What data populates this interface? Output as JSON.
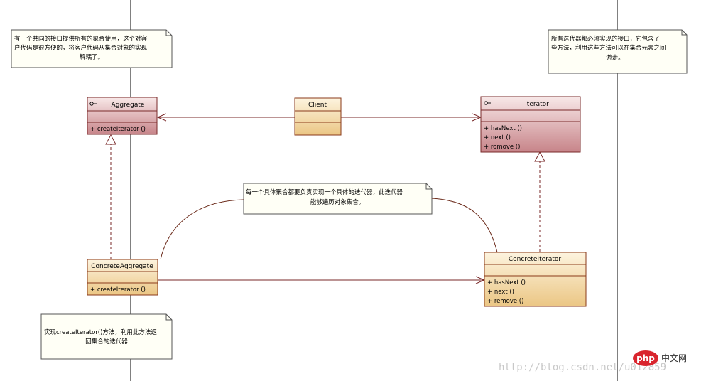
{
  "classes": {
    "aggregate": {
      "name": "Aggregate",
      "ops": [
        "+  createIterator ()"
      ]
    },
    "client": {
      "name": "Client"
    },
    "iterator": {
      "name": "Iterator",
      "ops": [
        "+  hasNext () ",
        "+  next ()",
        "+  romove ()"
      ]
    },
    "concrete_aggregate": {
      "name": "ConcreteAggregate",
      "ops": [
        "+  createIterator ()"
      ]
    },
    "concrete_iterator": {
      "name": "ConcreteIterator",
      "ops": [
        "+  hasNext ()",
        "+  next ()",
        "+  remove ()"
      ]
    }
  },
  "notes": {
    "aggregate_note": [
      "有一个共同的接口提供所有的聚合使用，这个对客",
      "户代码是很方便的，将客户代码从集合对象的实现",
      "解耦了。"
    ],
    "iterator_note": [
      "所有迭代器都必须实现的接口，它包含了一",
      "些方法，利用这些方法可以在集合元素之间",
      "游走。"
    ],
    "middle_note": [
      "每一个具体聚合都要负责实现一个具体的迭代器，此迭代器",
      "能够遍历对象集合。"
    ],
    "bottom_note": [
      "实现createIterator()方法，利用此方法返",
      "回集合的迭代器"
    ]
  },
  "watermark": "http://blog.csdn.net/u012859",
  "logo": {
    "badge": "php",
    "text": "中文网"
  },
  "colors": {
    "interface_fill_top": "#f6e2e2",
    "interface_fill_bottom": "#c98a8e",
    "class_fill_top": "#fdf3dc",
    "class_fill_bottom": "#ecc887",
    "border": "#7a2a2a",
    "class_border": "#8a3a1a",
    "note_fill": "#fffff6"
  }
}
